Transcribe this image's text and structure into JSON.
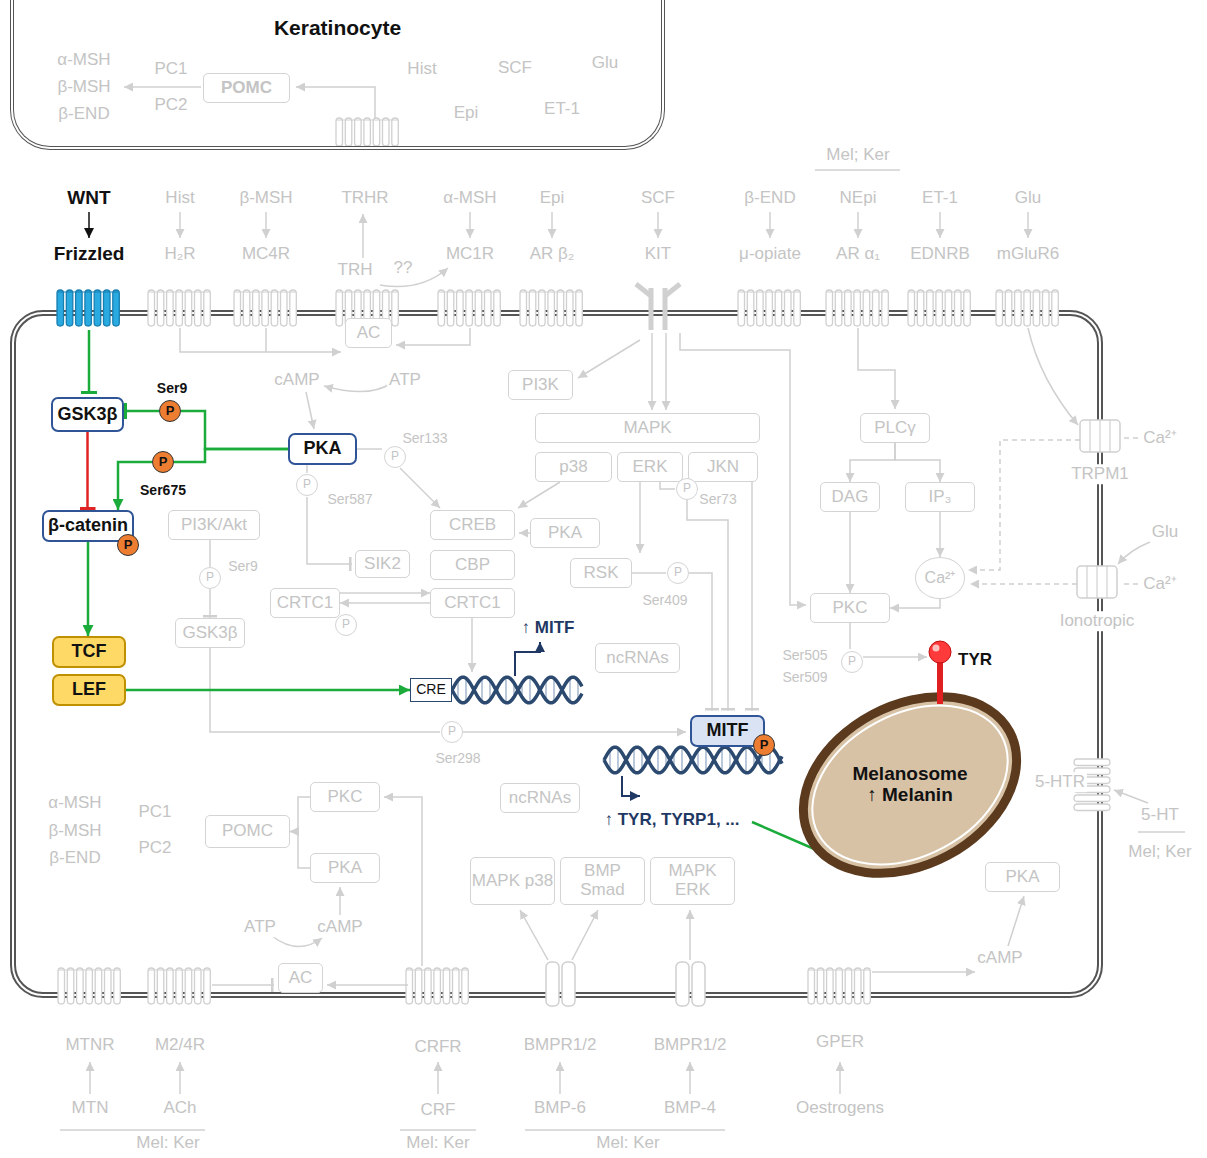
{
  "diagram": {
    "nodes": [
      {
        "text": [
          "Keratinocyte"
        ]
      },
      {
        "text": [
          "POMC"
        ],
        "in": 0
      },
      {
        "text": [
          "AC"
        ]
      },
      {
        "text": [
          "GSK3β"
        ]
      },
      {
        "text": [
          "P"
        ]
      },
      {
        "text": [
          "PKA"
        ]
      },
      {
        "text": [
          "PI3K"
        ]
      },
      {
        "text": [
          "MAPK"
        ]
      },
      {
        "text": [
          "p38"
        ]
      },
      {
        "text": [
          "ERK"
        ]
      },
      {
        "text": [
          "JKN"
        ]
      },
      {
        "text": [
          "PLCγ"
        ]
      },
      {
        "text": [
          "P"
        ]
      },
      {
        "text": [
          "P"
        ]
      },
      {
        "text": [
          "PKA"
        ]
      },
      {
        "text": [
          "P"
        ]
      },
      {
        "text": [
          "P"
        ]
      },
      {
        "text": [
          "DAG"
        ]
      },
      {
        "text": [
          "IP₃"
        ]
      },
      {
        "text": [
          "β-catenin"
        ]
      },
      {
        "text": [
          "P"
        ]
      },
      {
        "text": [
          "PI3K/Akt"
        ]
      },
      {
        "text": [
          "CREB"
        ]
      },
      {
        "text": [
          "SIK2"
        ]
      },
      {
        "text": [
          "CBP"
        ]
      },
      {
        "text": [
          "RSK"
        ]
      },
      {
        "text": [
          "P"
        ]
      },
      {
        "text": [
          "CRTC1"
        ]
      },
      {
        "text": [
          "P"
        ]
      },
      {
        "text": [
          "CRTC1"
        ]
      },
      {
        "text": [
          "P"
        ]
      },
      {
        "text": [
          "Ca²⁺"
        ]
      },
      {
        "text": [
          "PKC"
        ]
      },
      {
        "text": [
          "GSK3β"
        ]
      },
      {
        "text": [
          "TCF"
        ]
      },
      {
        "text": [
          "ncRNAs"
        ]
      },
      {
        "text": [
          "P"
        ]
      },
      {
        "text": [
          "LEF"
        ]
      },
      {
        "text": [
          "CRE"
        ]
      },
      {
        "text": [
          "MITF"
        ]
      },
      {
        "text": [
          "P"
        ]
      },
      {
        "text": [
          "P"
        ]
      },
      {
        "text": [
          "ncRNAs"
        ]
      },
      {
        "text": [
          "PKC"
        ]
      },
      {
        "text": [
          "POMC"
        ]
      },
      {
        "text": [
          "PKA"
        ]
      },
      {
        "text": [
          "MAPK p38"
        ]
      },
      {
        "text": [
          "BMP Smad"
        ]
      },
      {
        "text": [
          "MAPK ERK"
        ]
      },
      {
        "text": [
          "PKA"
        ]
      },
      {
        "text": [
          "AC"
        ]
      },
      {
        "text": [
          "Melanosome",
          "↑ Melanin"
        ]
      }
    ],
    "edges": [
      {
        "from": 3,
        "to": 19,
        "arrow": "to"
      },
      {
        "from": 5,
        "to": 4,
        "arrow": "none"
      },
      {
        "from": 4,
        "to": 3,
        "arrow": "to"
      },
      {
        "from": 5,
        "to": 16,
        "arrow": "none"
      },
      {
        "from": 16,
        "to": 19,
        "arrow": "to"
      },
      {
        "from": 19,
        "to": 34,
        "arrow": "to"
      },
      {
        "from": 37,
        "to": 38,
        "arrow": "to"
      },
      {
        "from": 11,
        "to": 17,
        "arrow": "to"
      },
      {
        "from": 11,
        "to": 18,
        "arrow": "to"
      },
      {
        "from": 17,
        "to": 32,
        "arrow": "to"
      },
      {
        "from": 18,
        "to": 31,
        "arrow": "to"
      },
      {
        "from": 31,
        "to": 32,
        "arrow": "to"
      },
      {
        "from": 27,
        "to": 29,
        "arrow": "to"
      },
      {
        "from": 29,
        "to": 27,
        "arrow": "to"
      },
      {
        "from": 43,
        "to": 44,
        "arrow": "to"
      },
      {
        "from": 45,
        "to": 44,
        "arrow": "to"
      },
      {
        "from": 21,
        "to": 30,
        "arrow": "none"
      },
      {
        "from": 30,
        "to": 33,
        "arrow": "to"
      }
    ],
    "labels": [
      "α-MSH",
      "β-MSH",
      "β-END",
      "PC1",
      "PC2",
      "Hist",
      "SCF",
      "Glu",
      "Epi",
      "ET-1",
      "WNT",
      "Frizzled",
      "Hist",
      "H₂R",
      "β-MSH",
      "MC4R",
      "TRHR",
      "TRH",
      "??",
      "α-MSH",
      "MC1R",
      "Epi",
      "AR β₂",
      "SCF",
      "KIT",
      "Mel; Ker",
      "β-END",
      "μ-opiate",
      "NEpi",
      "AR α₁",
      "ET-1",
      "EDNRB",
      "Glu",
      "mGluR6",
      "Ser9",
      "cAMP",
      "ATP",
      "Ser133",
      "Ser675",
      "Ser587",
      "Ser73",
      "TRPM1",
      "Ca²⁺",
      "Ser9",
      "Ser409",
      "Glu",
      "Ca²⁺",
      "Ionotropic",
      "↑ MITF",
      "Ser505",
      "Ser509",
      "TYR",
      "Ser298",
      "5-HTR",
      "α-MSH",
      "β-MSH",
      "β-END",
      "PC1",
      "PC2",
      "↑ TYR, TYRP1, ...",
      "5-HT",
      "Mel; Ker",
      "ATP",
      "cAMP",
      "cAMP",
      "MTNR",
      "M2/4R",
      "CRFR",
      "BMPR1/2",
      "BMPR1/2",
      "GPER",
      "MTN",
      "ACh",
      "CRF",
      "BMP-6",
      "BMP-4",
      "Oestrogens",
      "Mel: Ker",
      "Mel: Ker",
      "Mel: Ker"
    ]
  }
}
